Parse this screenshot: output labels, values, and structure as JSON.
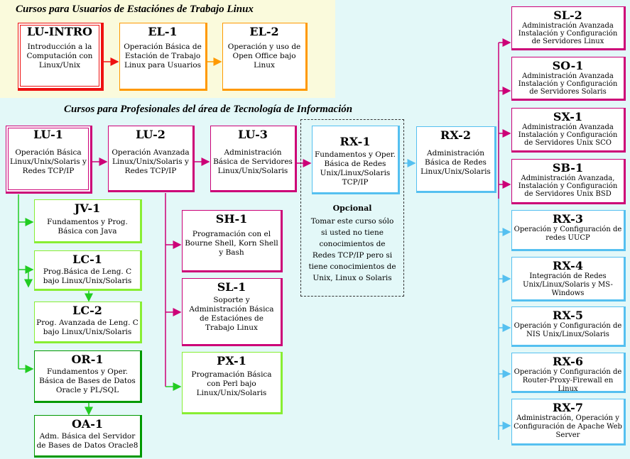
{
  "section_titles": {
    "workstation": "Cursos para Usuarios de Estaciónes de Trabajo Linux",
    "professionals": "Cursos para Profesionales del área de Tecnología de Información"
  },
  "colors": {
    "red": "#ee1111",
    "orange": "#ff9900",
    "magenta": "#cc0077",
    "sky": "#55c0f0",
    "lime": "#88ee33",
    "green": "#009900",
    "dark": "#777777"
  },
  "courses": {
    "lu_intro": {
      "code": "LU-INTRO",
      "desc": "Introducción a la Computación con Linux/Unix"
    },
    "el_1": {
      "code": "EL-1",
      "desc": "Operación Básica de Estación de Trabajo Linux para Usuarios"
    },
    "el_2": {
      "code": "EL-2",
      "desc": "Operación y uso de Open Office bajo Linux"
    },
    "lu_1": {
      "code": "LU-1",
      "desc": "Operación Básica Linux/Unix/Solaris y Redes TCP/IP"
    },
    "lu_2": {
      "code": "LU-2",
      "desc": "Operación Avanzada Linux/Unix/Solaris y Redes TCP/IP"
    },
    "lu_3": {
      "code": "LU-3",
      "desc": "Administración Básica de Servidores Linux/Unix/Solaris"
    },
    "rx_1": {
      "code": "RX-1",
      "desc": "Fundamentos y Oper. Básica de Redes Unix/Linux/Solaris TCP/IP",
      "optional_label": "Opcional",
      "optional_text": "Tomar este curso sólo si usted no tiene conocimientos de Redes TCP/IP pero si tiene conocimientos de Unix, Linux o Solaris"
    },
    "rx_2": {
      "code": "RX-2",
      "desc": "Administración Básica de Redes Linux/Unix/Solaris"
    },
    "jv_1": {
      "code": "JV-1",
      "desc": "Fundamentos y Prog. Básica con Java"
    },
    "lc_1": {
      "code": "LC-1",
      "desc": "Prog.Básica de Leng. C bajo Linux/Unix/Solaris"
    },
    "lc_2": {
      "code": "LC-2",
      "desc": "Prog. Avanzada de Leng. C bajo Linux/Unix/Solaris"
    },
    "or_1": {
      "code": "OR-1",
      "desc": "Fundamentos y Oper. Básica de Bases de Datos Oracle y PL/SQL"
    },
    "oa_1": {
      "code": "OA-1",
      "desc": "Adm. Básica del Servidor de Bases de Datos Oracle8"
    },
    "sh_1": {
      "code": "SH-1",
      "desc": "Programación con el Bourne Shell, Korn Shell y Bash"
    },
    "sl_1": {
      "code": "SL-1",
      "desc": "Soporte y Administración Básica de Estaciónes de Trabajo Linux"
    },
    "px_1": {
      "code": "PX-1",
      "desc": "Programación Básica con Perl bajo Linux/Unix/Solaris"
    },
    "sl_2": {
      "code": "SL-2",
      "desc": "Administración Avanzada Instalación y Configuración de Servidores Linux"
    },
    "so_1": {
      "code": "SO-1",
      "desc": "Administración Avanzada Instalación y Configuración de Servidores Solaris"
    },
    "sx_1": {
      "code": "SX-1",
      "desc": "Administración Avanzada Instalación y Configuración de Servidores Unix SCO"
    },
    "sb_1": {
      "code": "SB-1",
      "desc": "Administración Avanzada, Instalación y Configuración de Servidores Unix BSD"
    },
    "rx_3": {
      "code": "RX-3",
      "desc": "Operación y Configuración de redes UUCP"
    },
    "rx_4": {
      "code": "RX-4",
      "desc": "Integración de Redes Unix/Linux/Solaris y MS-Windows"
    },
    "rx_5": {
      "code": "RX-5",
      "desc": "Operación y Configuración de NIS Unix/Linux/Solaris"
    },
    "rx_6": {
      "code": "RX-6",
      "desc": "Operación y Configuración de Router-Proxy-Firewall en Linux"
    },
    "rx_7": {
      "code": "RX-7",
      "desc": "Administración, Operación y Configuración de Apache Web Server"
    }
  }
}
